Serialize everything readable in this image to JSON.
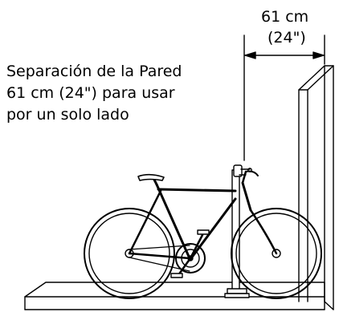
{
  "dimension": {
    "metric": "61 cm",
    "imperial": "(24\")"
  },
  "note": {
    "lines": [
      "Separación de la Pared",
      "61 cm (24\") para usar",
      "por un solo lado"
    ]
  },
  "colors": {
    "ink": "#000000",
    "background": "#ffffff"
  }
}
